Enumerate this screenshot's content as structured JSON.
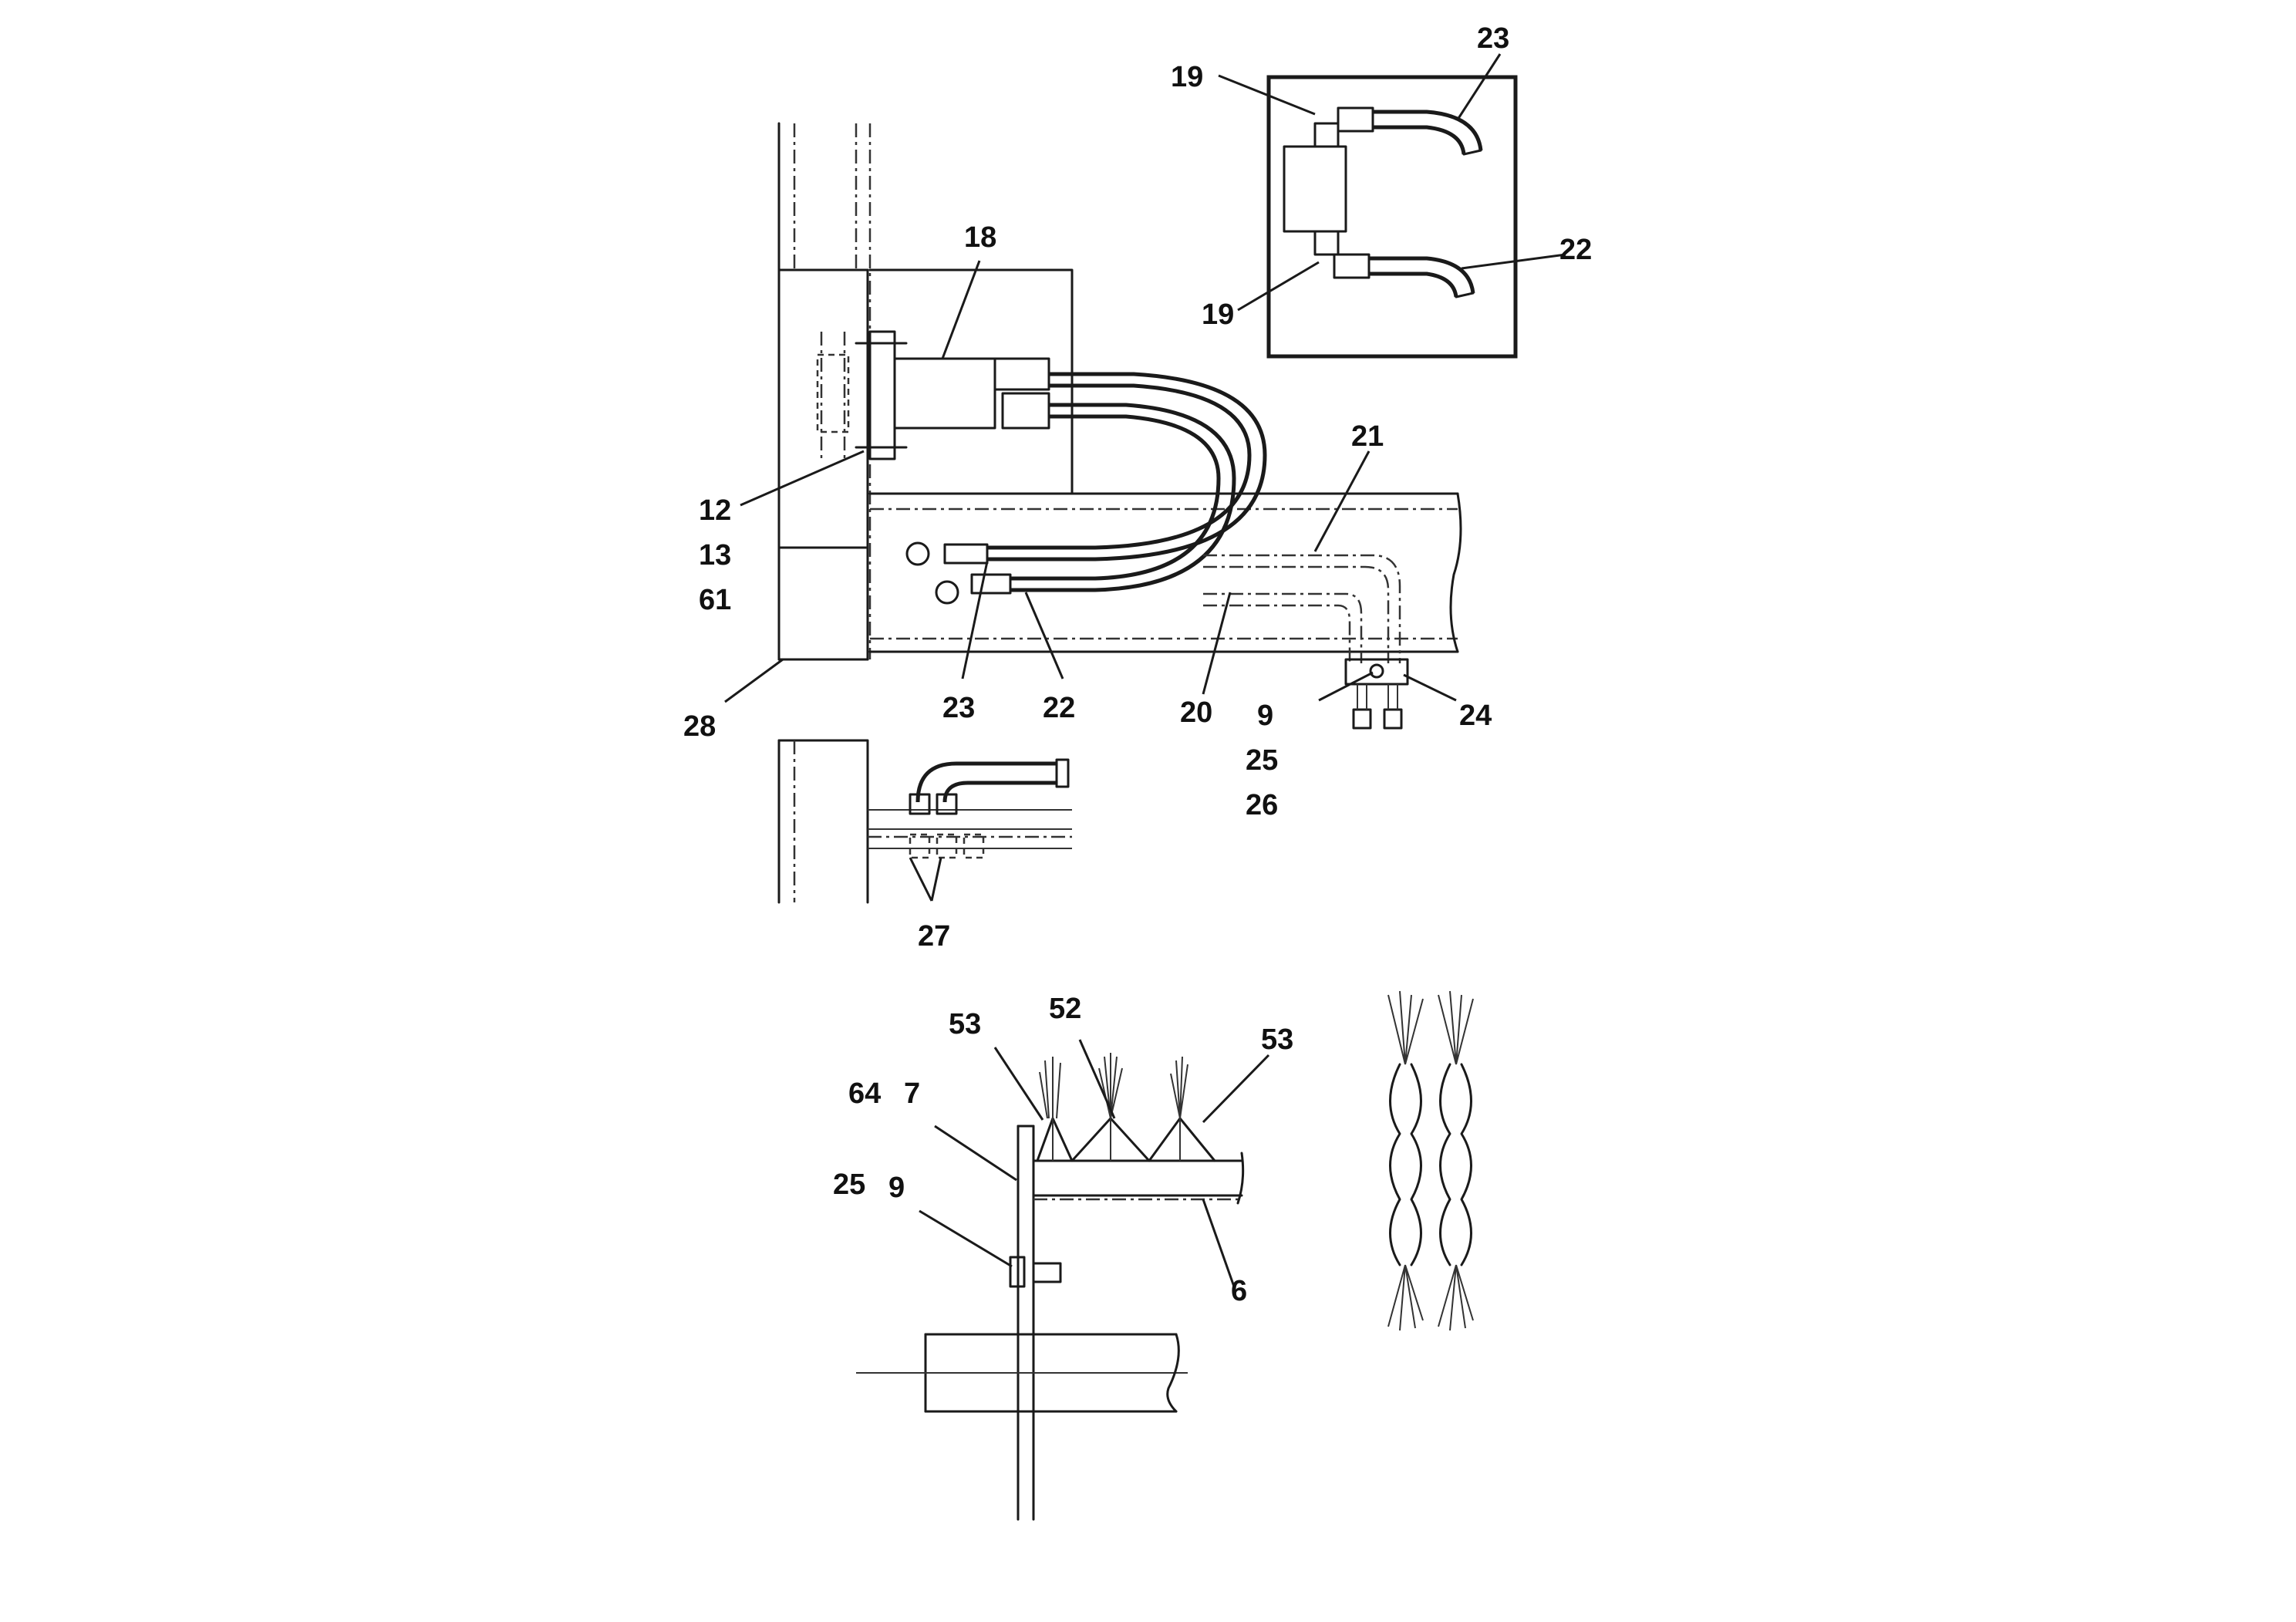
{
  "labels": {
    "l19a": "19",
    "l23a": "23",
    "l22a": "22",
    "l19b": "19",
    "l18": "18",
    "l21": "21",
    "l12": "12",
    "l13": "13",
    "l61": "61",
    "l28": "28",
    "l23b": "23",
    "l22b": "22",
    "l20": "20",
    "l9a": "9",
    "l24": "24",
    "l25a": "25",
    "l26": "26",
    "l27": "27",
    "l53a": "53",
    "l52": "52",
    "l53b": "53",
    "l64": "64",
    "l7": "7",
    "l25b": "25",
    "l9b": "9",
    "l6": "6"
  }
}
